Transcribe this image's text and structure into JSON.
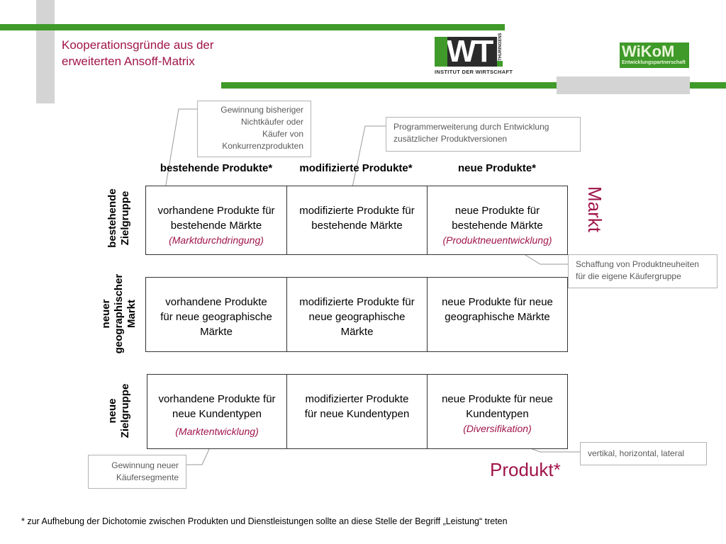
{
  "header": {
    "title_line1": "Kooperationsgründe aus der",
    "title_line2": "erweiterten Ansoff-Matrix",
    "logo_iwt": {
      "letters": "IWT",
      "side_text": "THÜRINGENS",
      "subtitle": "INSTITUT DER WIRTSCHAFT"
    },
    "logo_wikom": {
      "name": "WiKoM",
      "subtitle": "Entwicklungspartnerschaft"
    }
  },
  "colors": {
    "accent": "#a0144a",
    "green": "#3f9a2a",
    "gray": "#d4d4d4"
  },
  "callouts": {
    "top_left": [
      "Gewinnung bisheriger",
      "Nichtkäufer oder",
      "Käufer von",
      "Konkurrenzprodukten"
    ],
    "top_middle": [
      "Programmerweiterung durch Entwicklung",
      "zusätzlicher Produktversionen"
    ],
    "right_middle": [
      "Schaffung von Produktneuheiten",
      "für die eigene Käufergruppe"
    ],
    "right_bottom": [
      "vertikal, horizontal, lateral"
    ],
    "bottom_left": [
      "Gewinnung neuer",
      "Käufersegmente"
    ]
  },
  "matrix": {
    "column_headers": [
      "bestehende Produkte*",
      "modifizierte Produkte*",
      "neue Produkte*"
    ],
    "row_headers": [
      [
        "bestehende",
        "Zielgruppe"
      ],
      [
        "neuer",
        "geographischer",
        "Markt"
      ],
      [
        "neue",
        "Zielgruppe"
      ]
    ],
    "rows": [
      [
        {
          "lines": [
            "vorhandene Produkte für",
            "bestehende Märkte"
          ],
          "strategy": "(Marktdurchdringung)"
        },
        {
          "lines": [
            "modifizierte Produkte für",
            "bestehende Märkte"
          ],
          "strategy": ""
        },
        {
          "lines": [
            "neue Produkte für",
            "bestehende Märkte"
          ],
          "strategy": "(Produktneuentwicklung)"
        }
      ],
      [
        {
          "lines": [
            "vorhandene Produkte",
            "für neue geographische",
            "Märkte"
          ],
          "strategy": ""
        },
        {
          "lines": [
            "modifizierte Produkte für",
            "neue geographische",
            "Märkte"
          ],
          "strategy": ""
        },
        {
          "lines": [
            "neue Produkte für neue",
            "geographische Märkte"
          ],
          "strategy": ""
        }
      ],
      [
        {
          "lines": [
            "vorhandene Produkte für",
            "neue Kundentypen"
          ],
          "strategy": "(Marktentwicklung)"
        },
        {
          "lines": [
            "modifizierter Produkte",
            "für neue Kundentypen"
          ],
          "strategy": ""
        },
        {
          "lines": [
            "neue Produkte für neue",
            "Kundentypen"
          ],
          "strategy": "(Diversifikation)"
        }
      ]
    ],
    "axis_markt": "Markt",
    "axis_produkt": "Produkt*"
  },
  "footnote": "* zur Aufhebung der Dichotomie zwischen Produkten und Dienstleistungen sollte an diese Stelle der Begriff „Leistung“ treten"
}
